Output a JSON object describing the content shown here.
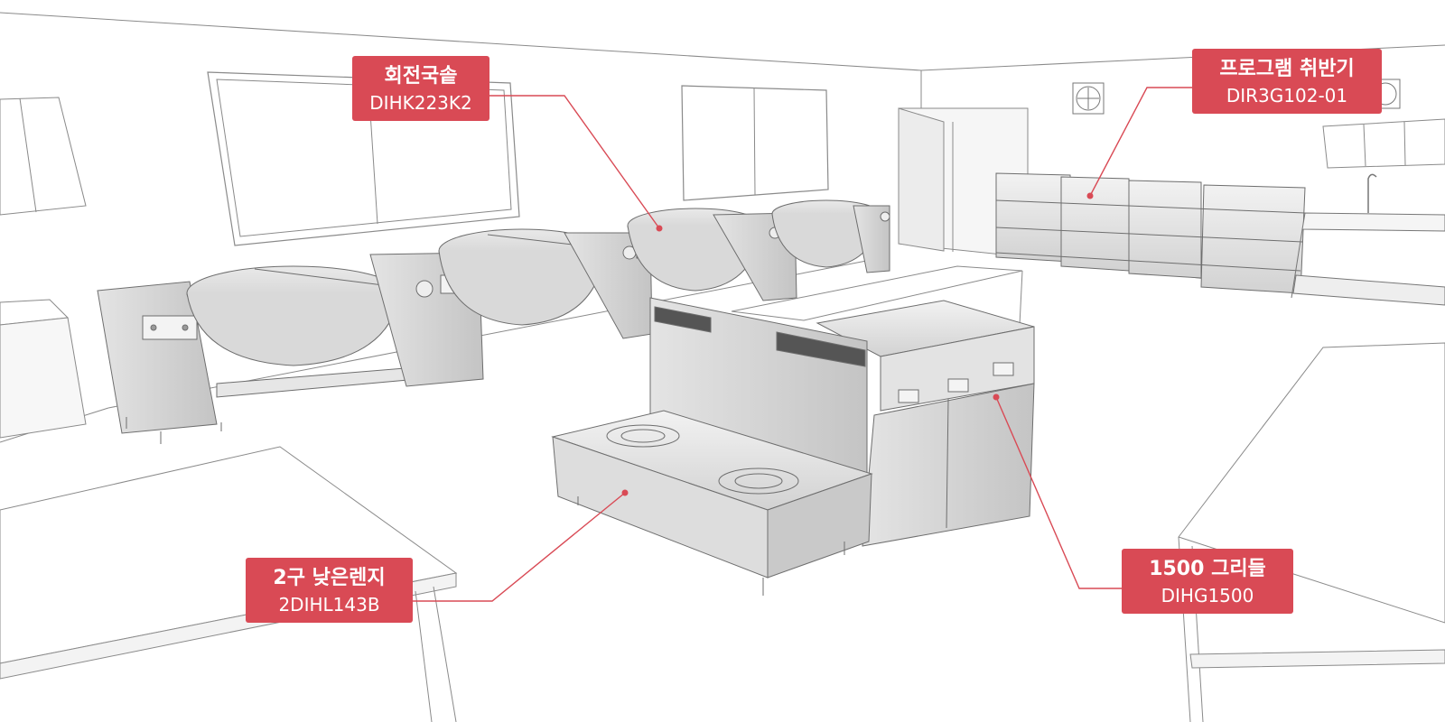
{
  "colors": {
    "accent": "#d94a55",
    "line": "#8a8a8a",
    "metal_light": "#efefef",
    "metal_mid": "#d6d6d6",
    "metal_dark": "#bdbdbd"
  },
  "callouts": {
    "kettle": {
      "name": "회전국솥",
      "model": "DIHK223K2"
    },
    "rice": {
      "name": "프로그램 취반기",
      "model": "DIR3G102-01"
    },
    "range": {
      "name": "2구 낮은렌지",
      "model": "2DIHL143B"
    },
    "griddle": {
      "name": "1500 그리들",
      "model": "DIHG1500"
    }
  }
}
